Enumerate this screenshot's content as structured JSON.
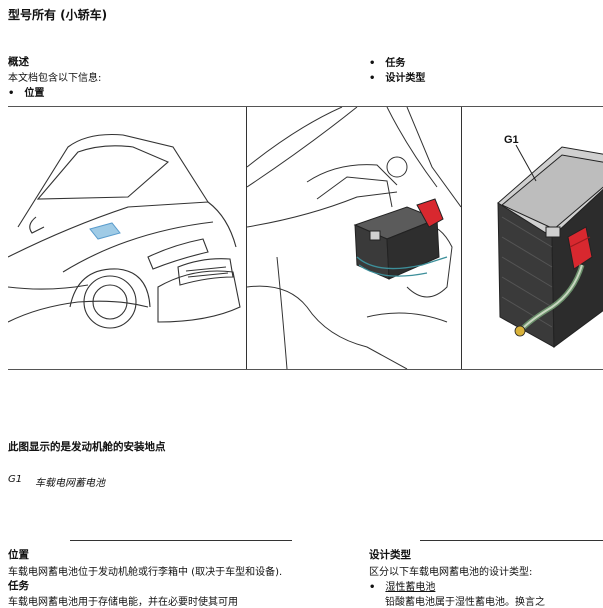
{
  "doc_title": "型号所有 (小轿车)",
  "overview": {
    "heading": "概述",
    "intro": "本文档包含以下信息:",
    "items": [
      "位置",
      "任务",
      "设计类型"
    ]
  },
  "figure": {
    "label_g1": "G1",
    "caption": "此图显示的是发动机舱的安装地点"
  },
  "legend": [
    {
      "key": "G1",
      "value": "车载电网蓄电池"
    }
  ],
  "location": {
    "heading": "位置",
    "text": "车载电网蓄电池位于发动机舱或行李箱中 (取决于车型和设备)."
  },
  "task": {
    "heading": "任务",
    "text": "车载电网蓄电池用于存储电能，并在必要时使其可用"
  },
  "design": {
    "heading": "设计类型",
    "intro": "区分以下车载电网蓄电池的设计类型:",
    "items": [
      {
        "label": "湿性蓄电池",
        "sub": "铅酸蓄电池属于湿性蓄电池。换言之"
      }
    ]
  }
}
